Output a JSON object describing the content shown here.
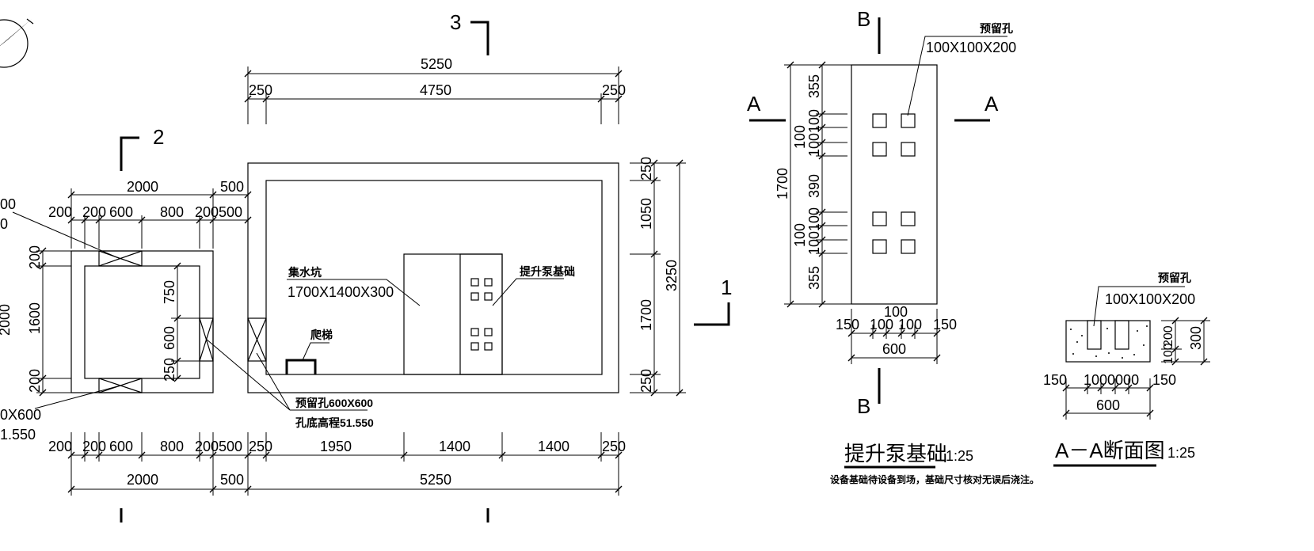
{
  "section_markers": {
    "sec1": "1",
    "sec2": "2",
    "sec3": "3",
    "secA_left": "A",
    "secA_right": "A",
    "secB_top": "B",
    "secB_bottom": "B"
  },
  "plan": {
    "top_overall": "5250",
    "top_250_left": "250",
    "top_inner": "4750",
    "top_250_right": "250",
    "left_2000": "2000",
    "left_500": "500",
    "left_200a": "200",
    "left_200b": "200",
    "left_600": "600",
    "left_800": "800",
    "left_200c": "200",
    "left_500b": "500",
    "cut_top_1": "00",
    "cut_top_2": "0",
    "cut_bottom_1": "0X600",
    "cut_bottom_2": "1.550",
    "vert_200_top": "200",
    "vert_1600": "1600",
    "vert_200_bottom": "200",
    "vert_2000_cut": "2000",
    "vert_750": "750",
    "vert_600": "600",
    "vert_250": "250",
    "sump_label": "集水坑",
    "sump_size": "1700X1400X300",
    "pump_base_label": "提升泵基础",
    "ladder_label": "爬梯",
    "opening_label": "预留孔600X600",
    "opening_elev": "孔底高程51.550",
    "right_250_top": "250",
    "right_1050": "1050",
    "right_1700": "1700",
    "right_250_bottom": "250",
    "right_3250": "3250",
    "bot_200a": "200",
    "bot_200b": "200",
    "bot_600": "600",
    "bot_800": "800",
    "bot_200c": "200",
    "bot_500": "500",
    "bot_250a": "250",
    "bot_1950": "1950",
    "bot_1400a": "1400",
    "bot_1400b": "1400",
    "bot_250b": "250",
    "bot_2000": "2000",
    "bot_500b": "500",
    "bot_5250": "5250"
  },
  "pump_detail": {
    "hole_label": "预留孔",
    "hole_size": "100X100X200",
    "v_355_top": "355",
    "v_100a": "100",
    "v_100b": "100",
    "v_390": "390",
    "v_100c": "100",
    "v_100d": "100",
    "v_355_bottom": "355",
    "v_1700": "1700",
    "v_100e": "100",
    "v_100f": "100",
    "h_150a": "150",
    "h_100a": "100",
    "h_100top": "100",
    "h_100b": "100",
    "h_150b": "150",
    "h_600": "600",
    "title": "提升泵基础",
    "scale": "1:25",
    "note": "设备基础待设备到场，基础尺寸核对无误后浇注。"
  },
  "section_aa": {
    "hole_label": "预留孔",
    "hole_size": "100X100X200",
    "v_100": "100",
    "v_200": "200",
    "v_300": "300",
    "h_150a": "150",
    "h_mid": "1000000",
    "h_150b": "150",
    "h_600": "600",
    "title": "A－A断面图",
    "scale": "1:25"
  }
}
